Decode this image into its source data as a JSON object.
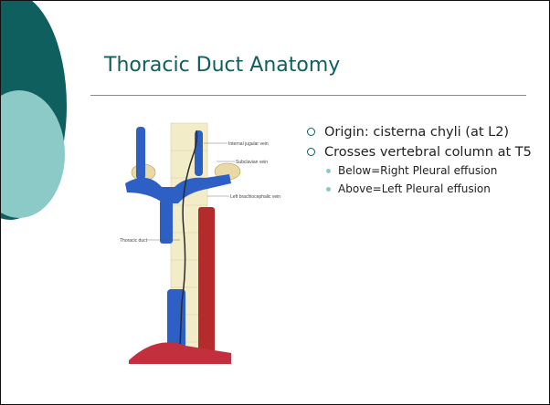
{
  "slide": {
    "title": "Thoracic Duct Anatomy",
    "colors": {
      "accent_dark": "#0e5f5e",
      "accent_light": "#8ccac8"
    },
    "bullets": [
      {
        "text": "Origin: cisterna chyli (at L2)",
        "sub": []
      },
      {
        "text": "Crosses vertebral column at T5",
        "sub": [
          "Below=Right Pleural effusion",
          "Above=Left Pleural effusion"
        ]
      }
    ]
  },
  "figure": {
    "labels": {
      "internal_jugular": "Internal jugular vein",
      "subclavian": "Subclavian vein",
      "left_brachiocephalic": "Left brachiocephalic vein",
      "thoracic_duct": "Thoracic duct"
    }
  }
}
